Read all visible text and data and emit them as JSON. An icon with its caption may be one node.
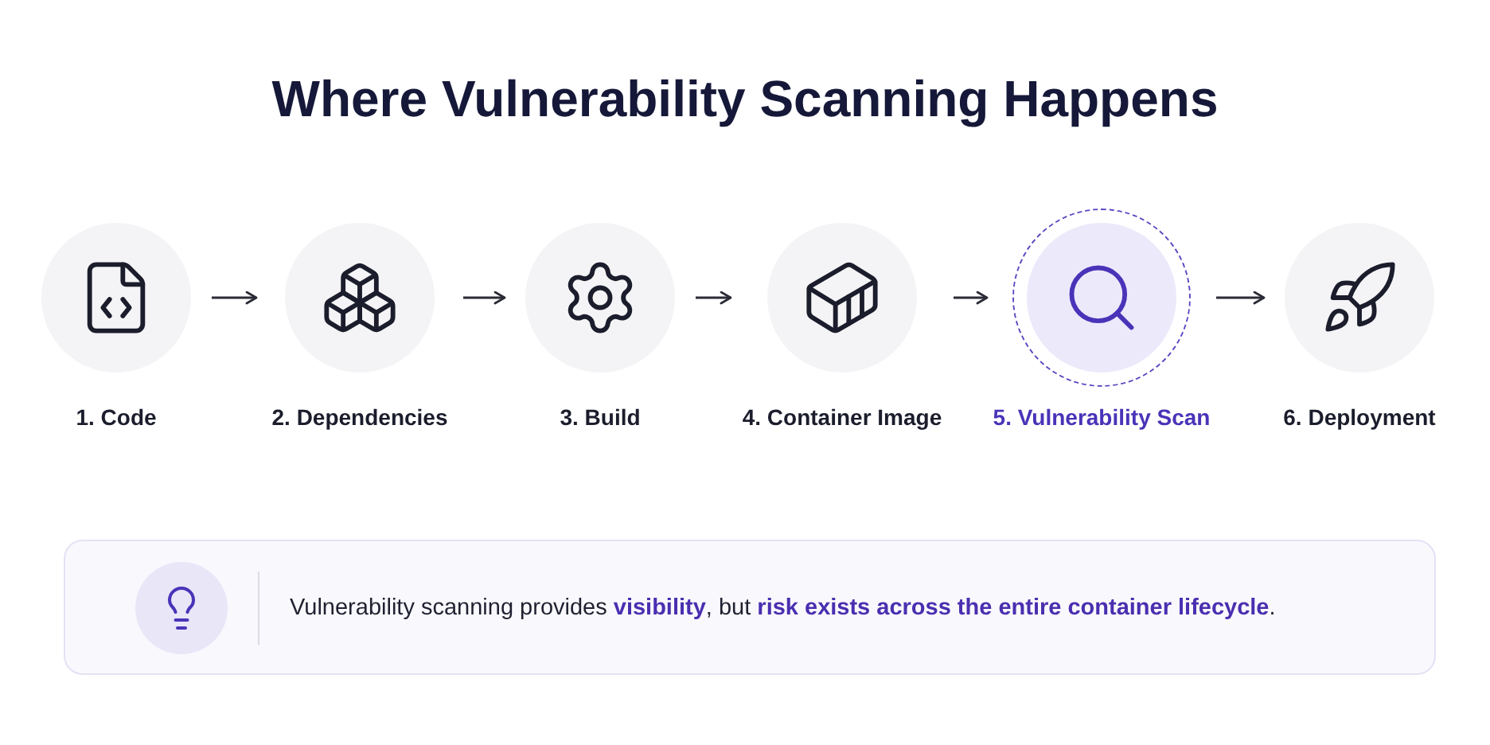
{
  "diagram": {
    "title": "Where Vulnerability Scanning Happens",
    "nodes": [
      {
        "text": [
          "1. Code"
        ]
      },
      {
        "text": [
          "2. Dependencies"
        ]
      },
      {
        "text": [
          "3. Build"
        ]
      },
      {
        "text": [
          "4. Container Image"
        ]
      },
      {
        "text": [
          "5. Vulnerability Scan"
        ]
      },
      {
        "text": [
          "6. Deployment"
        ]
      },
      {
        "text": [
          "Vulnerability scanning provides **visibility**, but **risk exists across the entire container lifecycle**."
        ]
      }
    ],
    "edges": [
      {
        "from": 0,
        "to": 1,
        "arrow": "to"
      },
      {
        "from": 1,
        "to": 2,
        "arrow": "to"
      },
      {
        "from": 2,
        "to": 3,
        "arrow": "to"
      },
      {
        "from": 3,
        "to": 4,
        "arrow": "to"
      },
      {
        "from": 4,
        "to": 5,
        "arrow": "to"
      }
    ]
  }
}
